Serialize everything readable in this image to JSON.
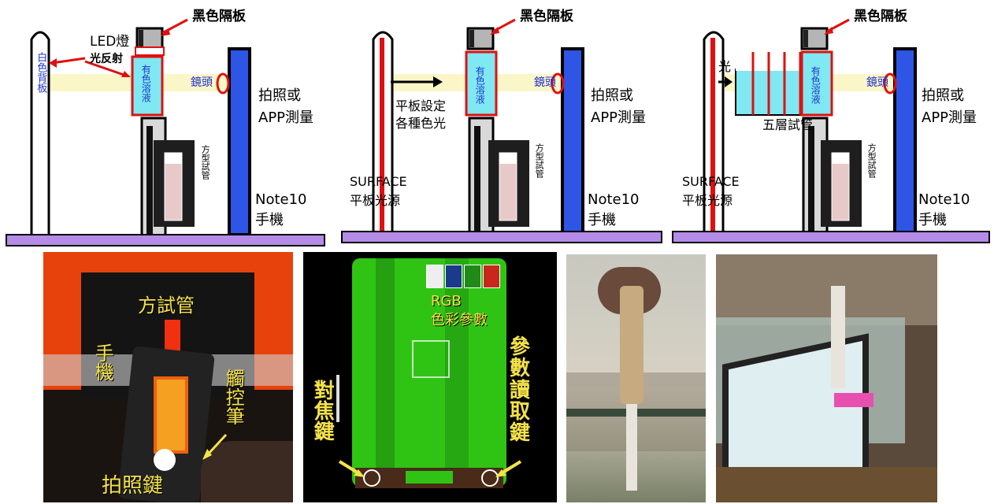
{
  "diagram1": {
    "black_plate": "黑色隔板",
    "led_label": "LED燈",
    "light_reflect": "光反射",
    "white_backboard": "白色背板",
    "colored_solution": "有色溶液",
    "lens": "鏡頭",
    "photo_or_app": "拍照或",
    "app_measure": "APP測量",
    "square_tube": "方型試管",
    "phone_model": "Note10",
    "phone": "手機"
  },
  "diagram2": {
    "black_plate": "黑色隔板",
    "tablet_setting_1": "平板設定",
    "tablet_setting_2": "各種色光",
    "colored_solution": "有色溶液",
    "lens": "鏡頭",
    "photo_or_app": "拍照或",
    "app_measure": "APP測量",
    "square_tube": "方型試管",
    "surface": "SURFACE",
    "tablet_source": "平板光源",
    "phone_model": "Note10",
    "phone": "手機"
  },
  "diagram3": {
    "black_plate": "黑色隔板",
    "light": "光",
    "colored_solution": "有色溶液",
    "lens": "鏡頭",
    "five_tubes": "五層試管",
    "photo_or_app": "拍照或",
    "app_measure": "APP測量",
    "square_tube": "方型試管",
    "surface": "SURFACE",
    "tablet_source": "平板光源",
    "phone_model": "Note10",
    "phone": "手機"
  },
  "photo1": {
    "square_tube": "方試管",
    "phone": "手機",
    "stylus": "觸控筆",
    "shutter_key": "拍照鍵"
  },
  "photo2": {
    "rgb": "RGB",
    "rgb_params": "色彩參數",
    "focus_key": "對焦鍵",
    "param_read_key": "參數讀取鍵"
  },
  "colors": {
    "base_purple": "#b48be6",
    "phone_blue": "#2e55e6",
    "red": "#e01010",
    "beam_yellow": "#fbf6c8",
    "solution_cyan": "#7fe8f2",
    "app_green": "#2fc414",
    "annotation_yellow": "#f4e24a"
  }
}
